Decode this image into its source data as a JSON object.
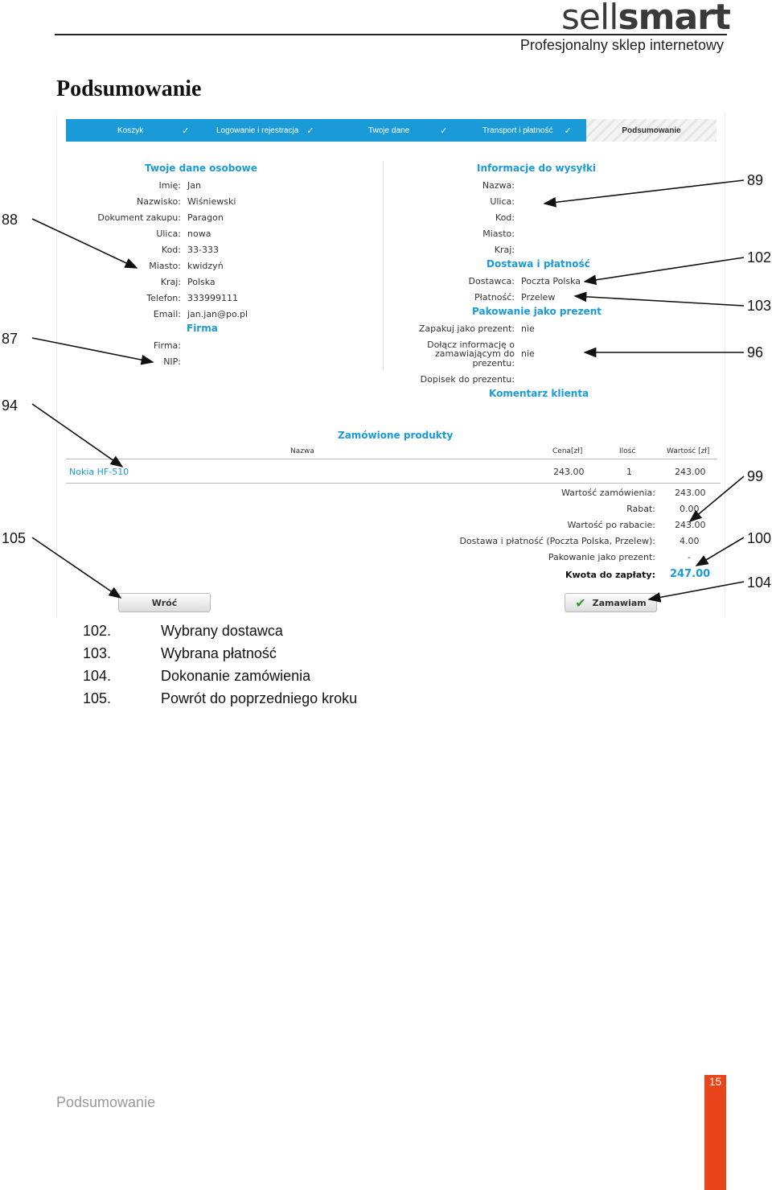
{
  "brand": {
    "logo_light": "sell",
    "logo_bold": "smart",
    "tagline": "Profesjonalny sklep internetowy"
  },
  "page_title": "Podsumowanie",
  "steps": [
    {
      "label": "Koszyk",
      "check": "✓"
    },
    {
      "label": "Logowanie i rejestracja",
      "check": "✓"
    },
    {
      "label": "Twoje dane",
      "check": "✓"
    },
    {
      "label": "Transport i płatność",
      "check": "✓"
    },
    {
      "label": "Podsumowanie",
      "check": ""
    }
  ],
  "personal": {
    "heading": "Twoje dane osobowe",
    "rows": [
      {
        "label": "Imię:",
        "value": "Jan"
      },
      {
        "label": "Nazwisko:",
        "value": "Wiśniewski"
      },
      {
        "label": "Dokument zakupu:",
        "value": "Paragon"
      },
      {
        "label": "Ulica:",
        "value": "nowa"
      },
      {
        "label": "Kod:",
        "value": "33-333"
      },
      {
        "label": "Miasto:",
        "value": "kwidzyń"
      },
      {
        "label": "Kraj:",
        "value": "Polska"
      },
      {
        "label": "Telefon:",
        "value": "333999111"
      },
      {
        "label": "Email:",
        "value": "jan.jan@po.pl"
      }
    ],
    "firm_heading": "Firma",
    "firm_rows": [
      {
        "label": "Firma:",
        "value": ""
      },
      {
        "label": "NIP:",
        "value": ""
      }
    ]
  },
  "shipping": {
    "heading": "Informacje do wysyłki",
    "rows": [
      {
        "label": "Nazwa:",
        "value": ""
      },
      {
        "label": "Ulica:",
        "value": ""
      },
      {
        "label": "Kod:",
        "value": ""
      },
      {
        "label": "Miasto:",
        "value": ""
      },
      {
        "label": "Kraj:",
        "value": ""
      }
    ],
    "delivery_heading": "Dostawa i płatność",
    "delivery_rows": [
      {
        "label": "Dostawca:",
        "value": "Poczta Polska"
      },
      {
        "label": "Płatność:",
        "value": "Przelew"
      }
    ],
    "gift_heading": "Pakowanie jako prezent",
    "gift_wrap_label": "Zapakuj jako prezent:",
    "gift_wrap_value": "nie",
    "gift_info_label_1": "Dołącz informację o",
    "gift_info_label_2": "zamawiającym do",
    "gift_info_label_3": "prezentu:",
    "gift_info_value": "nie",
    "gift_note_label": "Dopisek do prezentu:",
    "comment_heading": "Komentarz klienta"
  },
  "products": {
    "heading": "Zamówione produkty",
    "columns": {
      "name": "Nazwa",
      "price": "Cena[zł]",
      "qty": "Ilość",
      "value": "Wartość [zł]"
    },
    "rows": [
      {
        "name": "Nokia HF-510",
        "price": "243.00",
        "qty": "1",
        "value": "243.00"
      }
    ]
  },
  "totals": [
    {
      "label": "Wartość zamówienia:",
      "value": "243.00"
    },
    {
      "label": "Rabat:",
      "value": "0.00"
    },
    {
      "label": "Wartość po rabacie:",
      "value": "243.00"
    },
    {
      "label": "Dostawa i płatność (Poczta Polska, Przelew):",
      "value": "4.00"
    },
    {
      "label": "Pakowanie jako prezent:",
      "value": "-"
    }
  ],
  "total_due": {
    "label": "Kwota do zapłaty:",
    "value": "247.00"
  },
  "buttons": {
    "back": "Wróć",
    "order": "Zamawiam"
  },
  "callouts": {
    "c88": "88",
    "c87": "87",
    "c94": "94",
    "c105": "105",
    "c89": "89",
    "c102": "102",
    "c103": "103",
    "c96": "96",
    "c99": "99",
    "c100": "100",
    "c104": "104"
  },
  "legend": [
    {
      "num": "102.",
      "text": "Wybrany dostawca"
    },
    {
      "num": "103.",
      "text": "Wybrana płatność"
    },
    {
      "num": "104.",
      "text": "Dokonanie zamówienia"
    },
    {
      "num": "105.",
      "text": "Powrót do poprzedniego kroku"
    }
  ],
  "footer": {
    "title": "Podsumowanie",
    "page": "15"
  },
  "colors": {
    "accent": "#1a9ad6",
    "page_box": "#e8461a"
  }
}
